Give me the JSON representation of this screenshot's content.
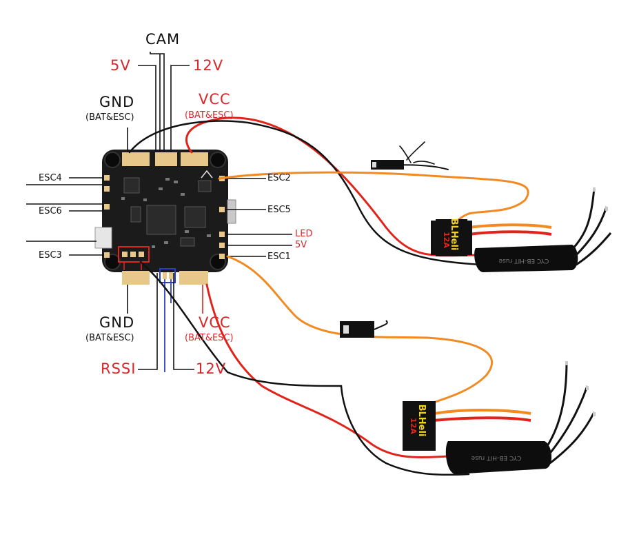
{
  "colors": {
    "red_label": "#d9262a",
    "wire_black": "#111111",
    "wire_red": "#e0231b",
    "wire_orange": "#f28a22",
    "wire_blue": "#2b3fc4",
    "highlight_box": "#e0231b",
    "board": "#1b1b1b",
    "esc_shrink": "#0d0d0d",
    "blheli_yellow": "#f2d21b",
    "blheli_red": "#e0231b"
  },
  "labels": {
    "cam": "CAM",
    "top_5v": "5V",
    "top_12v": "12V",
    "top_gnd": "GND",
    "top_gnd_sub": "(BAT&ESC)",
    "top_vcc": "VCC",
    "top_vcc_sub": "(BAT&ESC)",
    "esc4": "ESC4",
    "esc6": "ESC6",
    "esc3": "ESC3",
    "esc2": "ESC2",
    "esc5": "ESC5",
    "esc1": "ESC1",
    "led": "LED",
    "right_5v": "5V",
    "bot_gnd": "GND",
    "bot_gnd_sub": "(BAT&ESC)",
    "bot_vcc": "VCC",
    "bot_vcc_sub": "(BAT&ESC)",
    "rssi": "RSSI",
    "bot_12v": "12V"
  },
  "esc_modules": [
    {
      "brand": "BLHeli",
      "rating": "12A",
      "sleeve_text": "CYC EB-HIT ruse"
    },
    {
      "brand": "BLHeli",
      "rating": "12A",
      "sleeve_text": "CYC EB-HIT ruse"
    }
  ],
  "icons": {
    "board": "flight-controller-board",
    "esc": "esc-module",
    "servo_plug": "servo-connector"
  }
}
